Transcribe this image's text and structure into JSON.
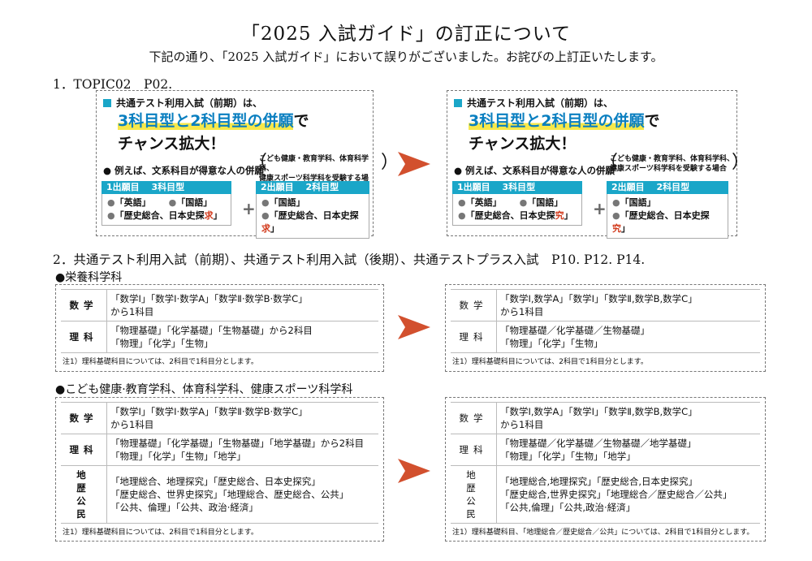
{
  "title": "「2025 入試ガイド」の訂正について",
  "subtitle": "下記の通り、「2025 入試ガイド」において誤りがございました。お詫びの上訂正いたします。",
  "section1": {
    "heading": "1．TOPIC02　P02.",
    "panel": {
      "lead": "共通テスト利用入試（前期）は、",
      "big_highlight": "3科目型と2科目型の併願",
      "big_suffix": "で",
      "big2": "チャンス拡大！",
      "example": "● 例えば、文系科目が得意な人の併願",
      "paren_line1": "こども健康・教育学科、体育科学科、",
      "paren_line2": "健康スポーツ科学科を受験する場合",
      "group1_head": "1出願目　 3科目型",
      "group1_a": "「英語」",
      "group1_b": "「国語」",
      "group1_c_pre": "「歴史総合、日本史探",
      "group1_wrong": "求",
      "group1_right": "究",
      "group1_c_post": "」",
      "group2_head": "2出願目　 2科目型",
      "group2_a": "「国語」",
      "group2_b_pre": "「歴史総合、日本史探",
      "group2_b_post": "」",
      "bullet": "●",
      "plus": "+",
      "paren_open": "（",
      "paren_close": "）"
    }
  },
  "section2": {
    "heading": "2．共通テスト利用入試（前期）、共通テスト利用入試（後期）、共通テストプラス入試　P10. P12. P14.",
    "dept1": "●栄養科学科",
    "dept2": "●こども健康·教育学科、体育科学科、健康スポーツ科学科",
    "table1_old": {
      "rows": [
        {
          "head": "数学",
          "lines": [
            "「数学Ⅰ」「数学Ⅰ·数学A」「数学Ⅱ·数学B·数学C」",
            "から1科目"
          ]
        },
        {
          "head": "理科",
          "lines": [
            "「物理基礎」「化学基礎」「生物基礎」から2科目",
            "「物理」「化学」「生物」"
          ]
        }
      ],
      "note": "注1）理科基礎科目については、2科目で1科目分とします。"
    },
    "table1_new": {
      "rows": [
        {
          "head": "数学",
          "lines": [
            "「数学Ⅰ,数学A」「数学Ⅰ」「数学Ⅱ,数学B,数学C」",
            "から1科目"
          ]
        },
        {
          "head": "理科",
          "lines": [
            "「物理基礎／化学基礎／生物基礎」",
            "「物理」「化学」「生物」"
          ]
        }
      ],
      "note": "注1）理科基礎科目については、2科目で1科目分とします。"
    },
    "table2_old": {
      "rows": [
        {
          "head": "数学",
          "lines": [
            "「数学Ⅰ」「数学Ⅰ·数学A」「数学Ⅱ·数学B·数学C」",
            "から1科目"
          ]
        },
        {
          "head": "理科",
          "lines": [
            "「物理基礎」「化学基礎」「生物基礎」「地学基礎」から2科目",
            "「物理」「化学」「生物」「地学」"
          ]
        },
        {
          "head": "地歴公民",
          "head1": "地　歴",
          "head2": "公　民",
          "lines": [
            "「地理総合、地理探究」「歴史総合、日本史探究」",
            "「歴史総合、世界史探究」「地理総合、歴史総合、公共」",
            "「公共、倫理」「公共、政治·経済」"
          ]
        }
      ],
      "note": "注1）理科基礎科目については、2科目で1科目分とします。"
    },
    "table2_new": {
      "rows": [
        {
          "head": "数学",
          "lines": [
            "「数学Ⅰ,数学A」「数学Ⅰ」「数学Ⅱ,数学B,数学C」",
            "から1科目"
          ]
        },
        {
          "head": "理科",
          "lines": [
            "「物理基礎／化学基礎／生物基礎／地学基礎」",
            "「物理」「化学」「生物」「地学」"
          ]
        },
        {
          "head": "地歴公民",
          "head1": "地　歴",
          "head2": "公　民",
          "lines": [
            "「地理総合,地理探究」「歴史総合,日本史探究」",
            "「歴史総合,世界史探究」「地理総合／歴史総合／公共」",
            "「公共,倫理」「公共,政治·経済」"
          ]
        }
      ],
      "note": "注1）理科基礎科目、「地理総合／歴史総合／公共」については、2科目で1科目分とします。"
    }
  },
  "colors": {
    "accent": "#1aa6c8",
    "arrow": "#d2502e",
    "highlight": "#f7e84a",
    "correction": "#d23a1c"
  },
  "icons": {
    "arrow": "right-arrowhead-icon",
    "square": "square-bullet-icon"
  }
}
